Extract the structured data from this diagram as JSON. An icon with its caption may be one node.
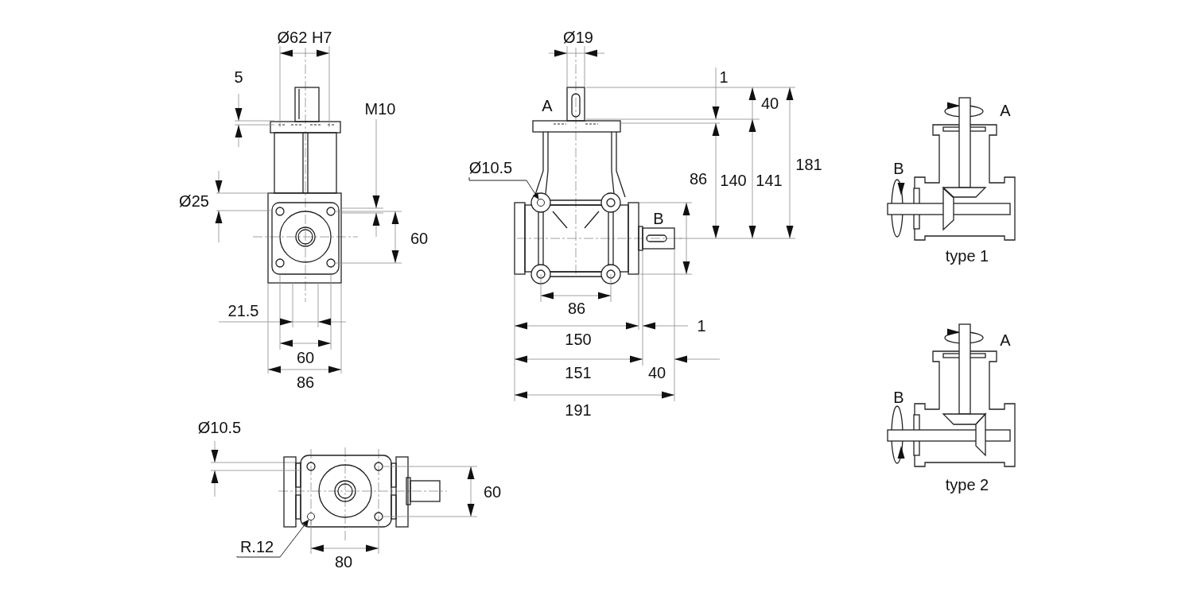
{
  "diagram": {
    "nodes": [
      {
        "text": [
          "Ø10.5"
        ]
      },
      {
        "text": [],
        "shape": "circle"
      },
      {
        "text": [
          "R.12"
        ]
      },
      {
        "text": [],
        "shape": "circle"
      }
    ],
    "edges": [
      {
        "from": 0,
        "to": 1,
        "arrow": "to"
      },
      {
        "from": 2,
        "to": 3,
        "arrow": "to"
      }
    ],
    "labels": [
      "Ø62 H7",
      "Ø19",
      "5",
      "1",
      "40",
      "M10",
      "A",
      "A",
      "181",
      "B",
      "Ø25",
      "86",
      "140",
      "141",
      "B",
      "60",
      "type 1",
      "21.5",
      "86",
      "1",
      "150",
      "A",
      "60",
      "151",
      "40",
      "86",
      "B",
      "191",
      "Ø10.5",
      "60",
      "type 2",
      "80"
    ]
  }
}
